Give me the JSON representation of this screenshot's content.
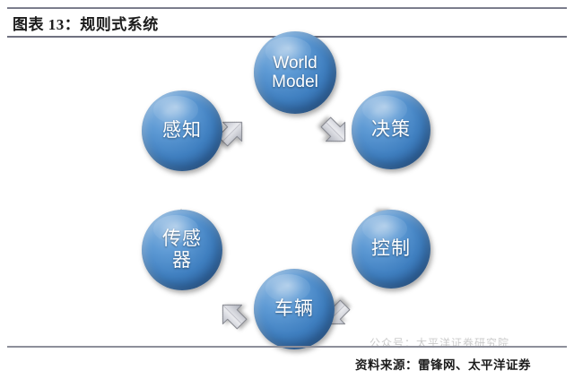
{
  "document": {
    "figure_title": "图表 13：规则式系统",
    "source_note": "资料来源：雷锋网、太平洋证券",
    "watermark": "公众号：太平洋证券研究院"
  },
  "colors": {
    "node_fill_light": "#8ab6e0",
    "node_fill_mid": "#3f7fc0",
    "node_fill_dark": "#1f4e87",
    "node_text": "#ffffff",
    "rule": "#6f7180",
    "arrow_fill": "#d5d7de",
    "arrow_edge": "#8c8e99",
    "page_background": "#ffffff"
  },
  "diagram": {
    "type": "cycle",
    "nodes": [
      {
        "id": "world",
        "label": "World\nModel",
        "line1": "World",
        "line2": "Model",
        "lang": "en",
        "position": "top"
      },
      {
        "id": "decide",
        "label": "决策",
        "line1": "决策",
        "line2": "",
        "lang": "cn",
        "position": "upper-right"
      },
      {
        "id": "control",
        "label": "控制",
        "line1": "控制",
        "line2": "",
        "lang": "cn",
        "position": "lower-right"
      },
      {
        "id": "vehicle",
        "label": "车辆",
        "line1": "车辆",
        "line2": "",
        "lang": "cn",
        "position": "bottom"
      },
      {
        "id": "sensor",
        "label": "传感器",
        "line1": "传感",
        "line2": "器",
        "lang": "cn",
        "position": "lower-left"
      },
      {
        "id": "percept",
        "label": "感知",
        "line1": "感知",
        "line2": "",
        "lang": "cn",
        "position": "upper-left"
      }
    ],
    "arrows": [
      {
        "id": "sensor-to-percept",
        "from": "传感器",
        "to": "感知",
        "direction": "up"
      },
      {
        "id": "percept-to-world",
        "from": "感知",
        "to": "World Model",
        "direction": "up-right"
      },
      {
        "id": "world-to-decide",
        "from": "World Model",
        "to": "决策",
        "direction": "down-right"
      },
      {
        "id": "decide-to-control",
        "from": "决策",
        "to": "控制",
        "direction": "down"
      },
      {
        "id": "control-to-vehicle",
        "from": "控制",
        "to": "车辆",
        "direction": "down-left"
      },
      {
        "id": "vehicle-to-sensor",
        "from": "车辆",
        "to": "传感器",
        "direction": "up-left"
      }
    ]
  }
}
